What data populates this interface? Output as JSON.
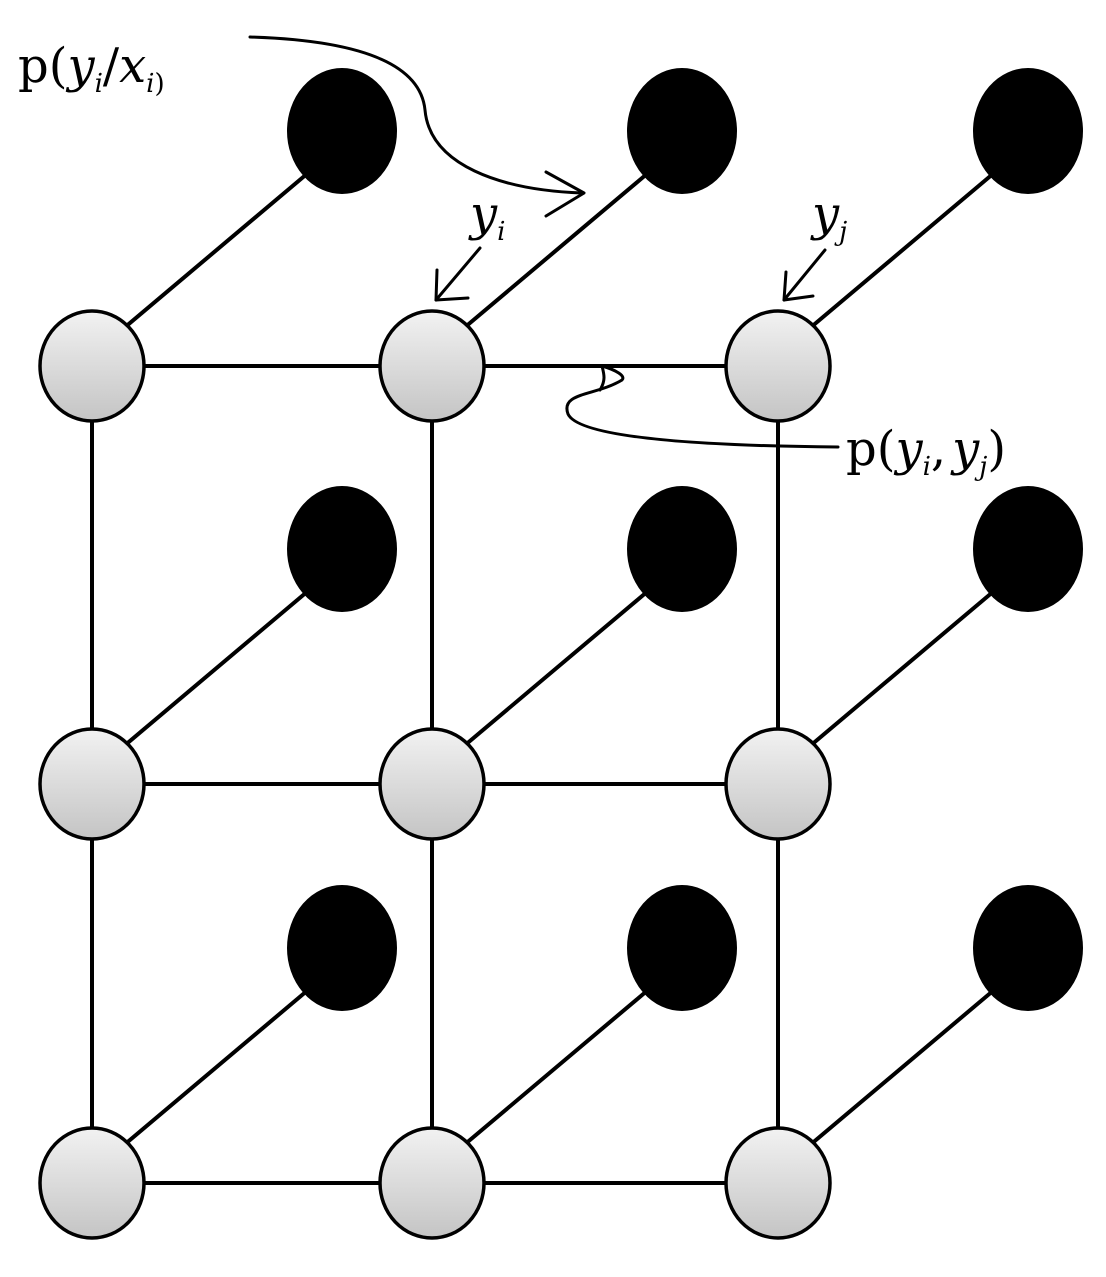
{
  "diagram": {
    "labels": {
      "unary_potential": {
        "p": "p(",
        "y": "y",
        "y_sub": "i",
        "slash": "/",
        "x": "x",
        "x_sub": "i",
        "close": ")"
      },
      "node_yi": {
        "y": "y",
        "sub": "i"
      },
      "node_yj": {
        "y": "y",
        "sub": "j"
      },
      "pairwise_potential": {
        "p": "p(",
        "y1": "y",
        "y1_sub": "i",
        "comma": ",",
        "y2": "y",
        "y2_sub": "j",
        "close": ")"
      }
    },
    "grid": {
      "rows": 3,
      "cols": 3
    },
    "colors": {
      "hidden_node_fill_top": "#f2f2f2",
      "hidden_node_fill_bottom": "#c4c4c4",
      "observed_node_fill": "#000000",
      "stroke": "#000000"
    }
  }
}
